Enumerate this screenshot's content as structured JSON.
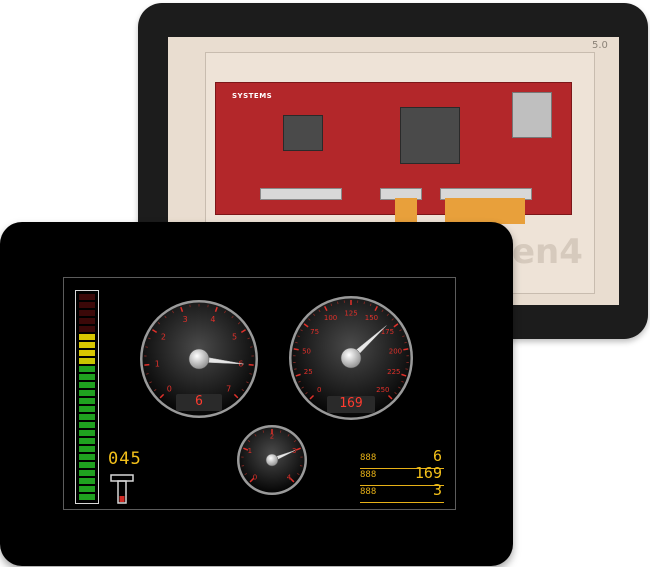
{
  "back_module": {
    "size_label": "5.0",
    "pcb_brand": "SYSTEMS",
    "logo_text": "en4"
  },
  "bar_meter": {
    "level_fraction": 0.64,
    "segment_colors": {
      "low": "#1fa01f",
      "mid": "#c9c400",
      "high": "#4a0a0a"
    }
  },
  "temperature": {
    "value": "045",
    "level_fraction": 0.3
  },
  "gauges": [
    {
      "id": "left",
      "ticks": [
        "0",
        "1",
        "2",
        "3",
        "4",
        "5",
        "6",
        "7"
      ],
      "value": 6,
      "min": 0,
      "max": 7,
      "display": "6"
    },
    {
      "id": "right",
      "ticks": [
        "0",
        "25",
        "50",
        "75",
        "100",
        "125",
        "150",
        "175",
        "200",
        "225",
        "250"
      ],
      "value": 169,
      "min": 0,
      "max": 250,
      "display": "169"
    },
    {
      "id": "small",
      "ticks": [
        "0",
        "1",
        "2",
        "3",
        "4"
      ],
      "value": 3,
      "min": 0,
      "max": 4,
      "display": ""
    }
  ],
  "readouts": [
    {
      "label": "888",
      "value": "6"
    },
    {
      "label": "888",
      "value": "169"
    },
    {
      "label": "888",
      "value": "3"
    }
  ],
  "colors": {
    "accent": "#f3c01a",
    "needle_red": "#ff3b2f",
    "tick_red": "#e0302a"
  }
}
